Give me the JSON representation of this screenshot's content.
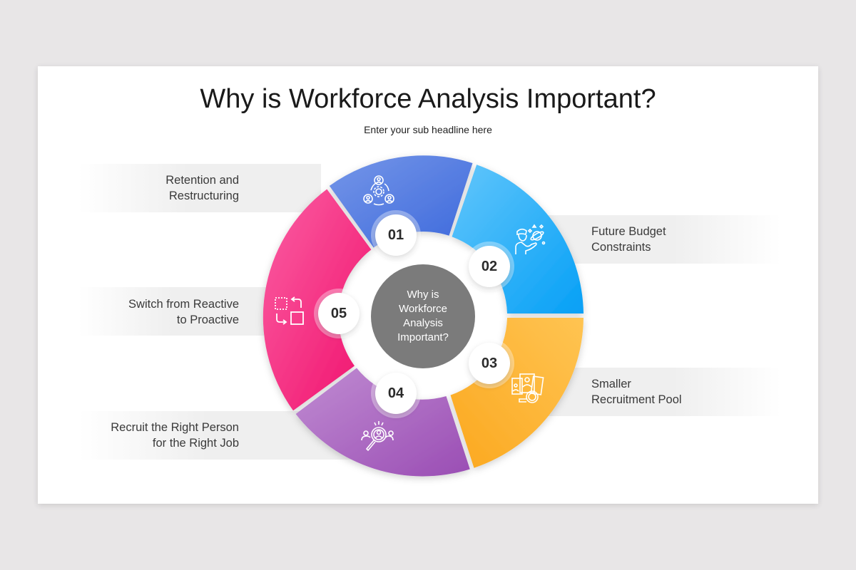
{
  "header": {
    "title": "Why is Workforce Analysis Important?",
    "subtitle": "Enter your sub headline here"
  },
  "center": {
    "text": "Why is Workforce Analysis Important?"
  },
  "colors": {
    "background": "#e8e6e7",
    "slide": "#ffffff",
    "center_circle": "#7b7b7b",
    "segment_01": [
      "#6f8fe6",
      "#3f6bde"
    ],
    "segment_02": [
      "#5bc2fb",
      "#0aa0f5"
    ],
    "segment_03": [
      "#ffc04d",
      "#fba51f"
    ],
    "segment_04": [
      "#be8ad0",
      "#9b4fb5"
    ],
    "segment_05": [
      "#fb5aa0",
      "#f2136e"
    ]
  },
  "items": [
    {
      "number": "01",
      "label_line1": "Retention and",
      "label_line2": "Restructuring",
      "icon": "team-cycle-gear-icon",
      "side": "left"
    },
    {
      "number": "02",
      "label_line1": "Future Budget",
      "label_line2": "Constraints",
      "icon": "person-idea-planet-icon",
      "side": "right"
    },
    {
      "number": "03",
      "label_line1": "Smaller",
      "label_line2": "Recruitment Pool",
      "icon": "resumes-magnifier-icon",
      "side": "right"
    },
    {
      "number": "04",
      "label_line1": "Recruit the Right Person",
      "label_line2": "for the Right Job",
      "icon": "talent-search-icon",
      "side": "left"
    },
    {
      "number": "05",
      "label_line1": "Switch from Reactive",
      "label_line2": "to Proactive",
      "icon": "switch-squares-arrows-icon",
      "side": "left"
    }
  ]
}
